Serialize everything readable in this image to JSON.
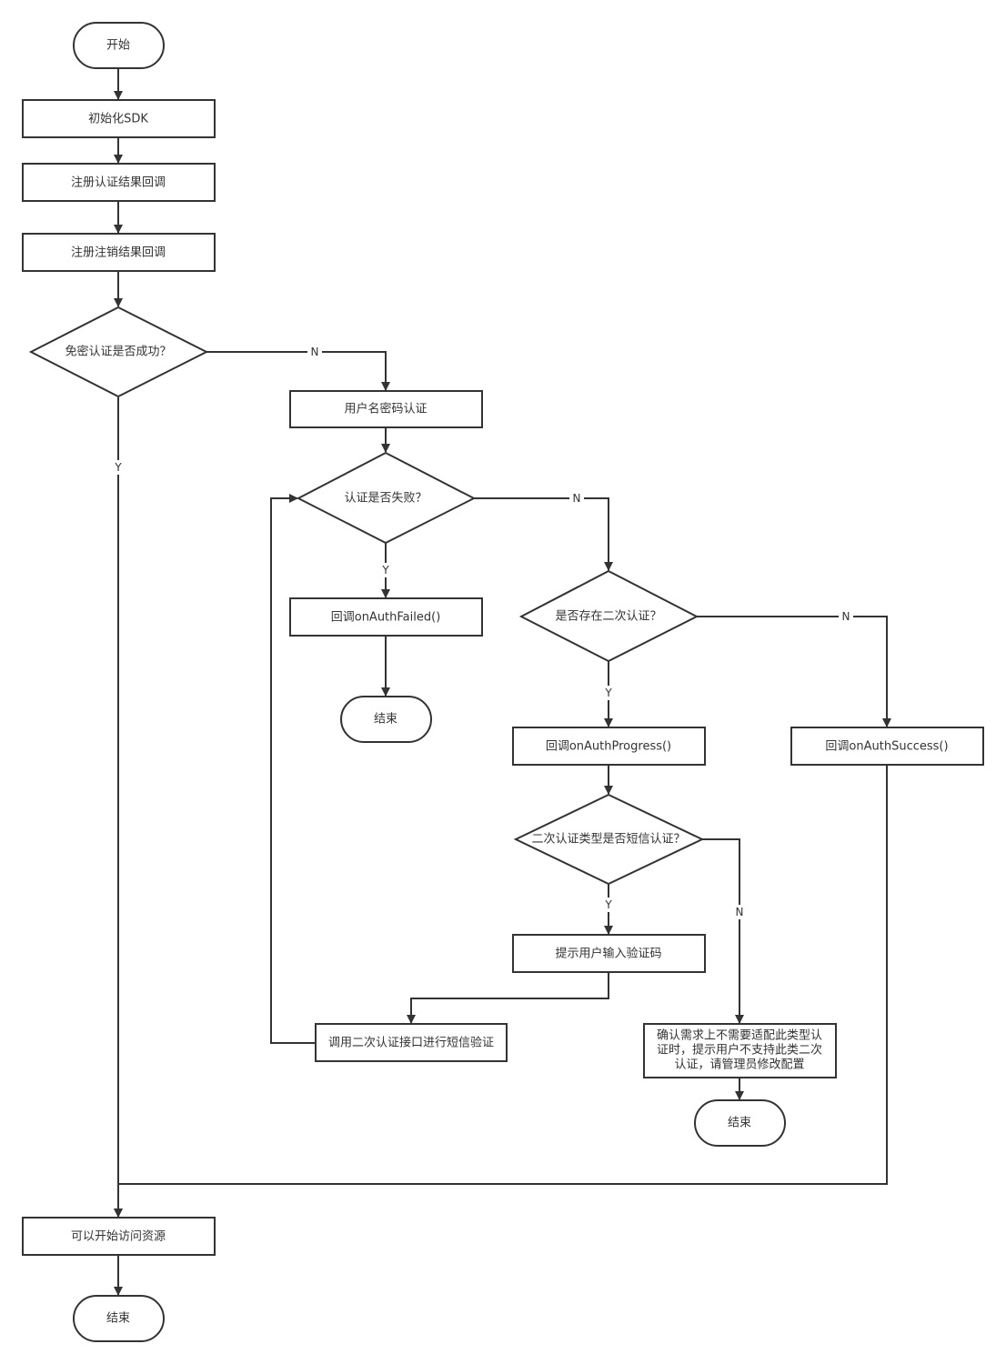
{
  "nodes": {
    "start": "开始",
    "init_sdk": "初始化SDK",
    "reg_auth_cb": "注册认证结果回调",
    "reg_logout_cb": "注册注销结果回调",
    "pwdless_ok": "免密认证是否成功？",
    "user_pwd_auth": "用户名密码认证",
    "auth_failed_q": "认证是否失败？",
    "cb_failed": "回调onAuthFailed()",
    "end_1": "结束",
    "second_auth_q": "是否存在二次认证？",
    "cb_progress": "回调onAuthProgress()",
    "cb_success": "回调onAuthSuccess()",
    "sms_type_q": "二次认证类型是否短信认证？",
    "prompt_code": "提示用户输入验证码",
    "call_sms": "调用二次认证接口进行短信验证",
    "unsupported": [
      "确认需求上不需要适配此类型认",
      "证时，提示用户不支持此类二次",
      "认证，请管理员修改配置"
    ],
    "end_2": "结束",
    "access": "可以开始访问资源",
    "end_final": "结束"
  },
  "edge_labels": {
    "pwdless_no": "N",
    "pwdless_yes": "Y",
    "auth_failed_no": "N",
    "auth_failed_yes": "Y",
    "second_auth_no": "N",
    "second_auth_yes": "Y",
    "sms_yes": "Y",
    "sms_no": "N"
  }
}
